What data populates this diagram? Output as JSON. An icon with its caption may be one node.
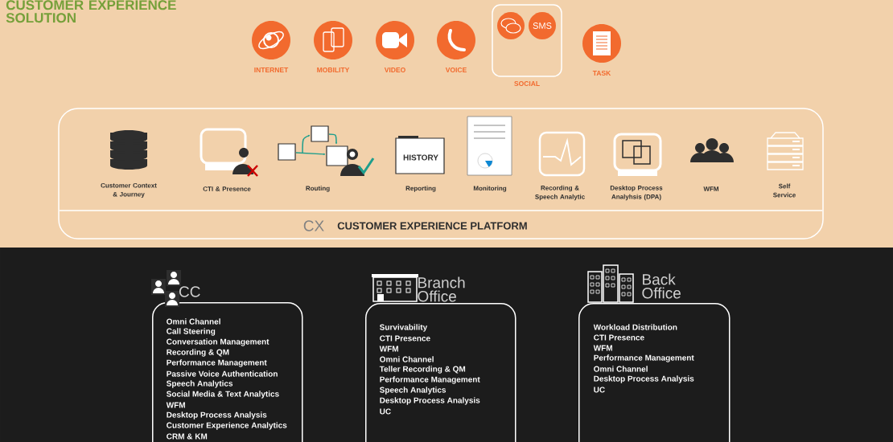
{
  "diagram": {
    "title": "CUSTOMER EXPERIENCE SOLUTION",
    "nodes": [
      {
        "text": [
          "INTERNET"
        ]
      },
      {
        "text": [
          "MOBILITY"
        ]
      },
      {
        "text": [
          "VIDEO"
        ]
      },
      {
        "text": [
          "VOICE"
        ]
      },
      {
        "text": [
          "SOCIAL"
        ]
      },
      {
        "text": [],
        "shape": "circle",
        "in": 4
      },
      {
        "text": [
          "SMS"
        ],
        "in": 4
      },
      {
        "text": [
          "TASK"
        ]
      },
      {
        "text": [
          "CUSTOMER EXPERIENCE PLATFORM"
        ]
      },
      {
        "text": [
          "CC",
          "Omni Channel",
          "Call Steering",
          "Conversation Management",
          "Recording & QM",
          "Performance Management",
          "Passive Voice Authentication",
          "Speech Analytics",
          "Social Media & Text Analytics",
          "WFM",
          "Desktop Process Analysis",
          "Customer Experience Analytics",
          "CRM & KM"
        ]
      },
      {
        "text": [
          "Branch Office",
          "Survivability",
          "CTI Presence",
          "WFM",
          "Omni Channel",
          "Teller Recording & QM",
          "Performance Management",
          "Speech Analytics",
          "Desktop Process Analysis",
          "UC"
        ]
      },
      {
        "text": [
          "Back Office",
          "Workload Distribution",
          "CTI Presence",
          "WFM",
          "Performance Management",
          "Omni Channel",
          "Desktop Process Analysis",
          "UC"
        ]
      }
    ],
    "labels": [
      "Customer Context & Journey",
      "CTI & Presence",
      "Routing",
      "HISTORY",
      "Reporting",
      "Monitoring",
      "Recording & Speech Analytic",
      "Desktop Process Analyhsis (DPA)",
      "WFM",
      "Self Service",
      "CX"
    ]
  }
}
